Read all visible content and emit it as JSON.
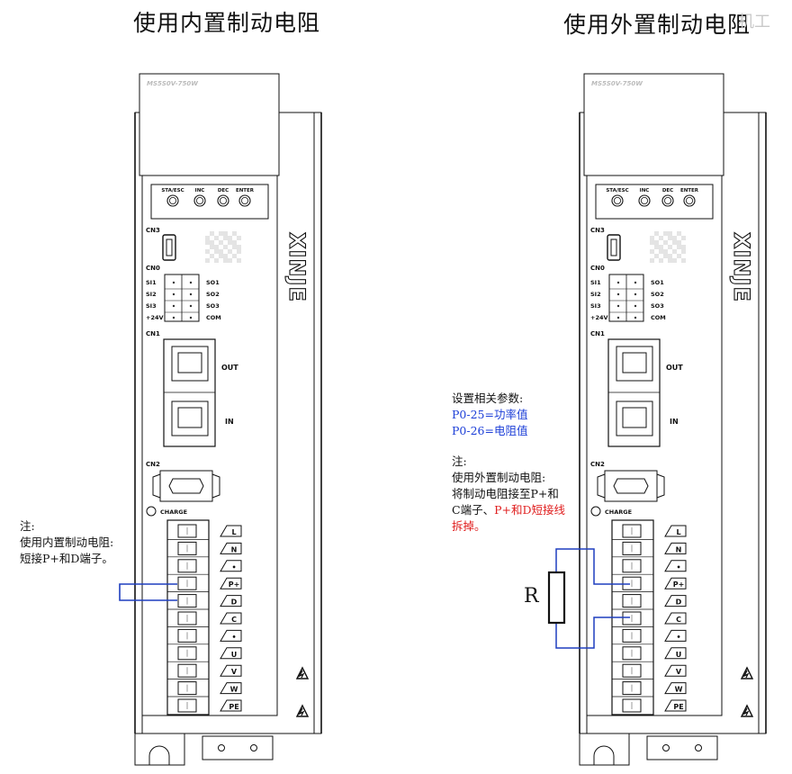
{
  "titles": {
    "left": "使用内置制动电阻",
    "right": "使用外置制动电阻"
  },
  "watermark": "机工",
  "device": {
    "model": "MS5S0V-750W",
    "buttons": [
      "STA/ESC",
      "INC",
      "DEC",
      "ENTER"
    ],
    "ports": {
      "cn3": "CN3",
      "cn0": "CN0",
      "cn1": "CN1",
      "cn2": "CN2"
    },
    "io_left": [
      "SI1",
      "SI2",
      "SI3",
      "+24V"
    ],
    "io_right": [
      "SO1",
      "SO2",
      "SO3",
      "COM"
    ],
    "rj45": {
      "out": "OUT",
      "in": "IN"
    },
    "charge": "CHARGE",
    "brand": "XINJE",
    "terminals": [
      "L",
      "N",
      "•",
      "P+",
      "D",
      "C",
      "•",
      "U",
      "V",
      "W",
      "PE"
    ]
  },
  "left_note": {
    "title": "注:",
    "line1": "使用内置制动电阻:",
    "line2": "短接P+和D端子。"
  },
  "right_params": {
    "title": "设置相关参数:",
    "p25": "P0-25=功率值",
    "p26": "P0-26=电阻值"
  },
  "right_note": {
    "title": "注:",
    "line1": "使用外置制动电阻:",
    "line2": "将制动电阻接至P+和",
    "line3_black": "C端子、",
    "line3_red": "P+和D短接线",
    "line4_red": "拆掉。"
  },
  "resistor_label": "R",
  "colors": {
    "wire": "#1f3fbf",
    "red": "#e02020",
    "blue_text": "#1e40d8"
  }
}
